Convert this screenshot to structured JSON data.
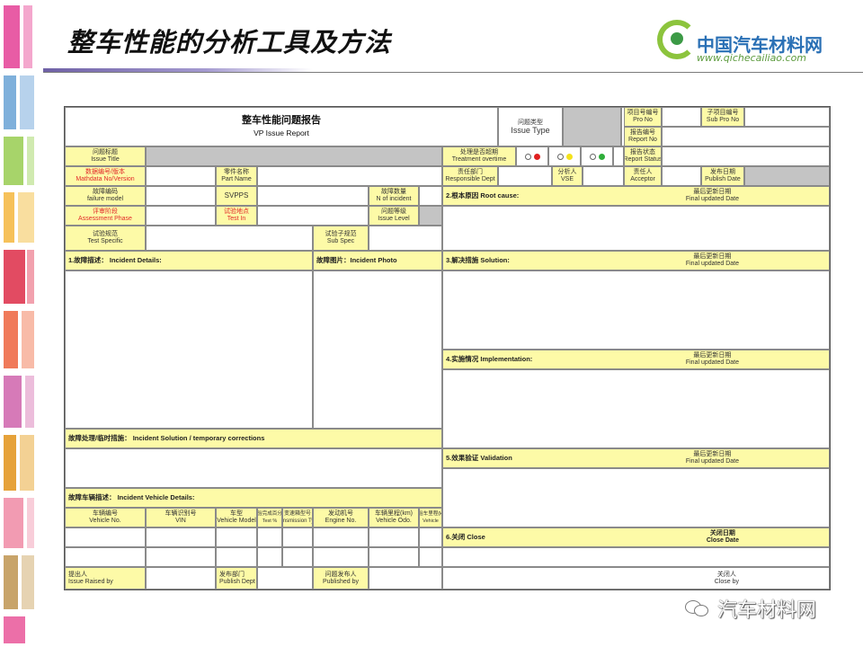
{
  "slide": {
    "title": "整车性能的分析工具及方法"
  },
  "logo": {
    "name_cn": "中国汽车材料网",
    "url": "www.qichecailiao.com"
  },
  "watermark": {
    "text": "汽车材料网"
  },
  "colors": {
    "field_yellow": "#fdfaa7",
    "field_gray": "#c4c4c4",
    "label_red": "#e22a2a",
    "title_rule": "#6f61a6"
  },
  "form": {
    "title_cn": "整车性能问题报告",
    "title_en": "VP Issue Report",
    "issue_type_cn": "问题类型",
    "issue_type_en": "Issue Type",
    "pro_no_cn": "项目号编号",
    "pro_no_en": "Pro No",
    "sub_pro_no_cn": "子项目编号",
    "sub_pro_no_en": "Sub Pro No",
    "report_no_cn": "报告编号",
    "report_no_en": "Report No",
    "report_status_cn": "报告状态",
    "report_status_en": "Report Status",
    "issue_title_cn": "问题标题",
    "issue_title_en": "Issue Title",
    "treatment_cn": "处理是否超期",
    "treatment_en": "Treatment overtime",
    "mathdata_cn": "数据编号/版本",
    "mathdata_en": "Mathdata No/Version",
    "part_name_cn": "零件名称",
    "part_name_en": "Part Name",
    "resp_dept_cn": "责任部门",
    "resp_dept_en": "Responsible Dept",
    "vse_cn": "分析人",
    "vse_en": "VSE",
    "acceptor_cn": "责任人",
    "acceptor_en": "Acceptor",
    "publish_date_cn": "发布日期",
    "publish_date_en": "Publish Date",
    "failure_cn": "故障编码",
    "failure_en": "failure model",
    "svpps": "SVPPS",
    "noi_cn": "故障数量",
    "noi_en": "N of incident",
    "root_cause_cn": "2.根本原因",
    "root_cause_en": "Root cause:",
    "final_cn": "最后更新日期",
    "final_en": "Final updated Date",
    "assess_cn": "评审阶段",
    "assess_en": "Assessment Phase",
    "test_in_cn": "试验地点",
    "test_in_en": "Test In",
    "issue_level_cn": "问题等级",
    "issue_level_en": "Issue Level",
    "test_spec_cn": "试验规范",
    "test_spec_en": "Test Specific",
    "sub_spec_cn": "试验子规范",
    "sub_spec_en": "Sub Spec",
    "incident_details_cn": "1.故障描述：",
    "incident_details_en": "Incident Details:",
    "incident_photo_cn": "故障图片：",
    "incident_photo_en": "Incident Photo",
    "solution_cn": "3.解决措施",
    "solution_en": "Solution:",
    "implementation_cn": "4.实施情况",
    "implementation_en": "Implementation:",
    "temp_corr_cn": "故障处理/临时措施：",
    "temp_corr_en": "Incident Solution / temporary corrections",
    "validation_cn": "5.效果验证",
    "validation_en": "Validation",
    "vehicle_details_cn": "故障车辆描述：",
    "vehicle_details_en": "Incident Vehicle Details:",
    "veh_no_cn": "车辆编号",
    "veh_no_en": "Vehicle No.",
    "vin_cn": "车辆识别号",
    "vin_en": "VIN",
    "veh_model_cn": "车型",
    "veh_model_en": "Vehicle Model",
    "test_pct_cn": "试验完成百分比",
    "test_pct_en": "Test %",
    "trans_cn": "变速箱型号",
    "trans_en": "Transmission Type",
    "engine_cn": "发动机号",
    "engine_en": "Engine No.",
    "odo_cn": "车辆里程(km)",
    "odo_en": "Vehicle Odo.",
    "veh_km_cn": "试验车里程(km)",
    "veh_km_en": "Vehicle",
    "close_cn": "6.关闭",
    "close_en": "Close",
    "close_date_cn": "关闭日期",
    "close_date_en": "Close Date",
    "raised_cn": "提出人",
    "raised_en": "Issue Raised by",
    "pub_dept_cn": "发布部门",
    "pub_dept_en": "Publish Dept",
    "published_cn": "问题发布人",
    "published_en": "Published by",
    "close_by_cn": "关闭人",
    "close_by_en": "Close by"
  }
}
